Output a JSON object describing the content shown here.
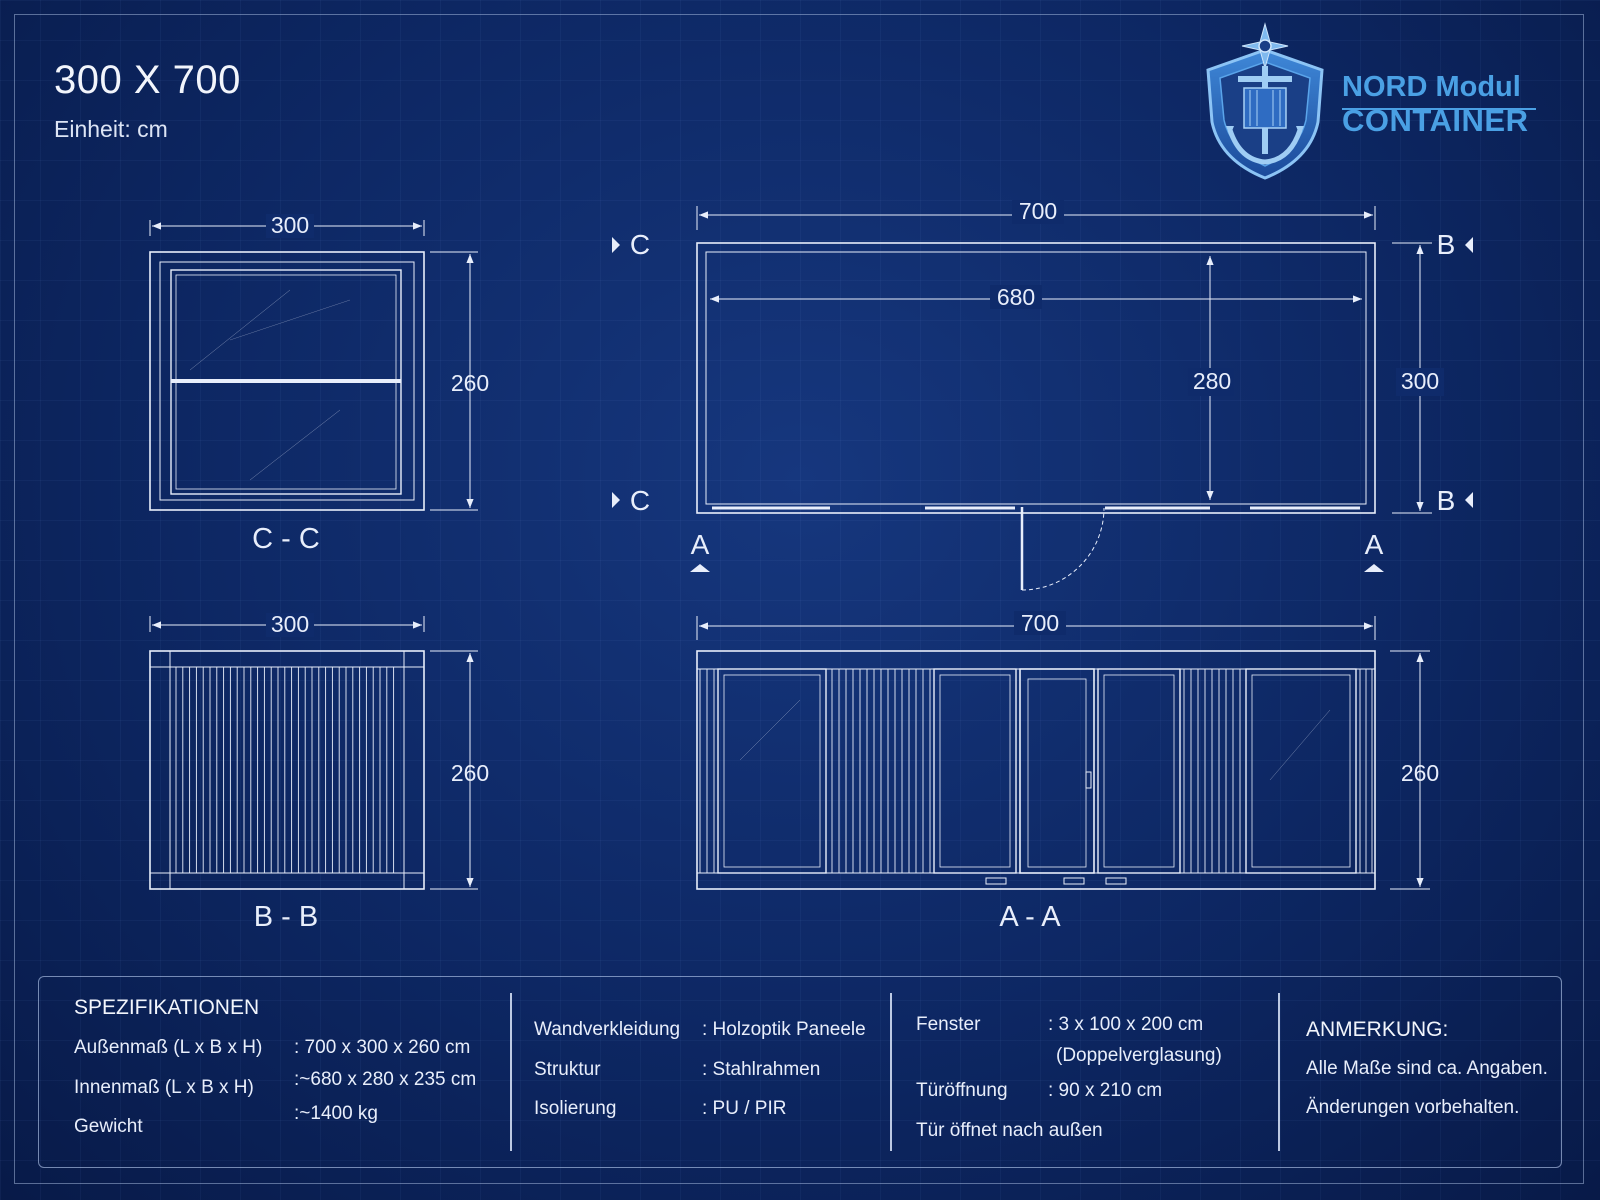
{
  "header": {
    "title": "300 X 700",
    "unit": "Einheit: cm"
  },
  "logo": {
    "line1": "NORD Modul",
    "line2": "CONTAINER"
  },
  "views": {
    "cc": {
      "label": "C - C",
      "width": "300",
      "height": "260"
    },
    "plan": {
      "length": "700",
      "inner_length": "680",
      "inner_width": "280",
      "width": "300",
      "marker_c": "C",
      "marker_b": "B",
      "marker_a": "A"
    },
    "bb": {
      "label": "B - B",
      "width": "300",
      "height": "260"
    },
    "aa": {
      "label": "A - A",
      "length": "700",
      "height": "260"
    }
  },
  "specs": {
    "heading": "SPEZIFIKATIONEN",
    "labels": [
      "Außenmaß (L x B x H)",
      "Innenmaß (L x B x H)",
      "Gewicht"
    ],
    "values": [
      ": 700 x 300 x 260 cm",
      ":~680 x 280 x 235 cm",
      ":~1400 kg"
    ],
    "col2": [
      {
        "label": "Wandverkleidung",
        "value": ": Holzoptik Paneele"
      },
      {
        "label": "Struktur",
        "value": ": Stahlrahmen"
      },
      {
        "label": "Isolierung",
        "value": ": PU / PIR"
      }
    ],
    "col3": {
      "window_label": "Fenster",
      "window_value": ": 3 x 100 x 200 cm",
      "window_note": "(Doppelverglasung)",
      "door_label": "Türöffnung",
      "door_value": ": 90 x 210 cm",
      "door_note": "Tür öffnet nach außen"
    },
    "note": {
      "heading": "ANMERKUNG:",
      "line1": "Alle Maße sind ca. Angaben.",
      "line2": "Änderungen vorbehalten."
    }
  },
  "colors": {
    "background": "#0d2763",
    "line": "#e8eefb",
    "logo": "#4aa0e4"
  }
}
